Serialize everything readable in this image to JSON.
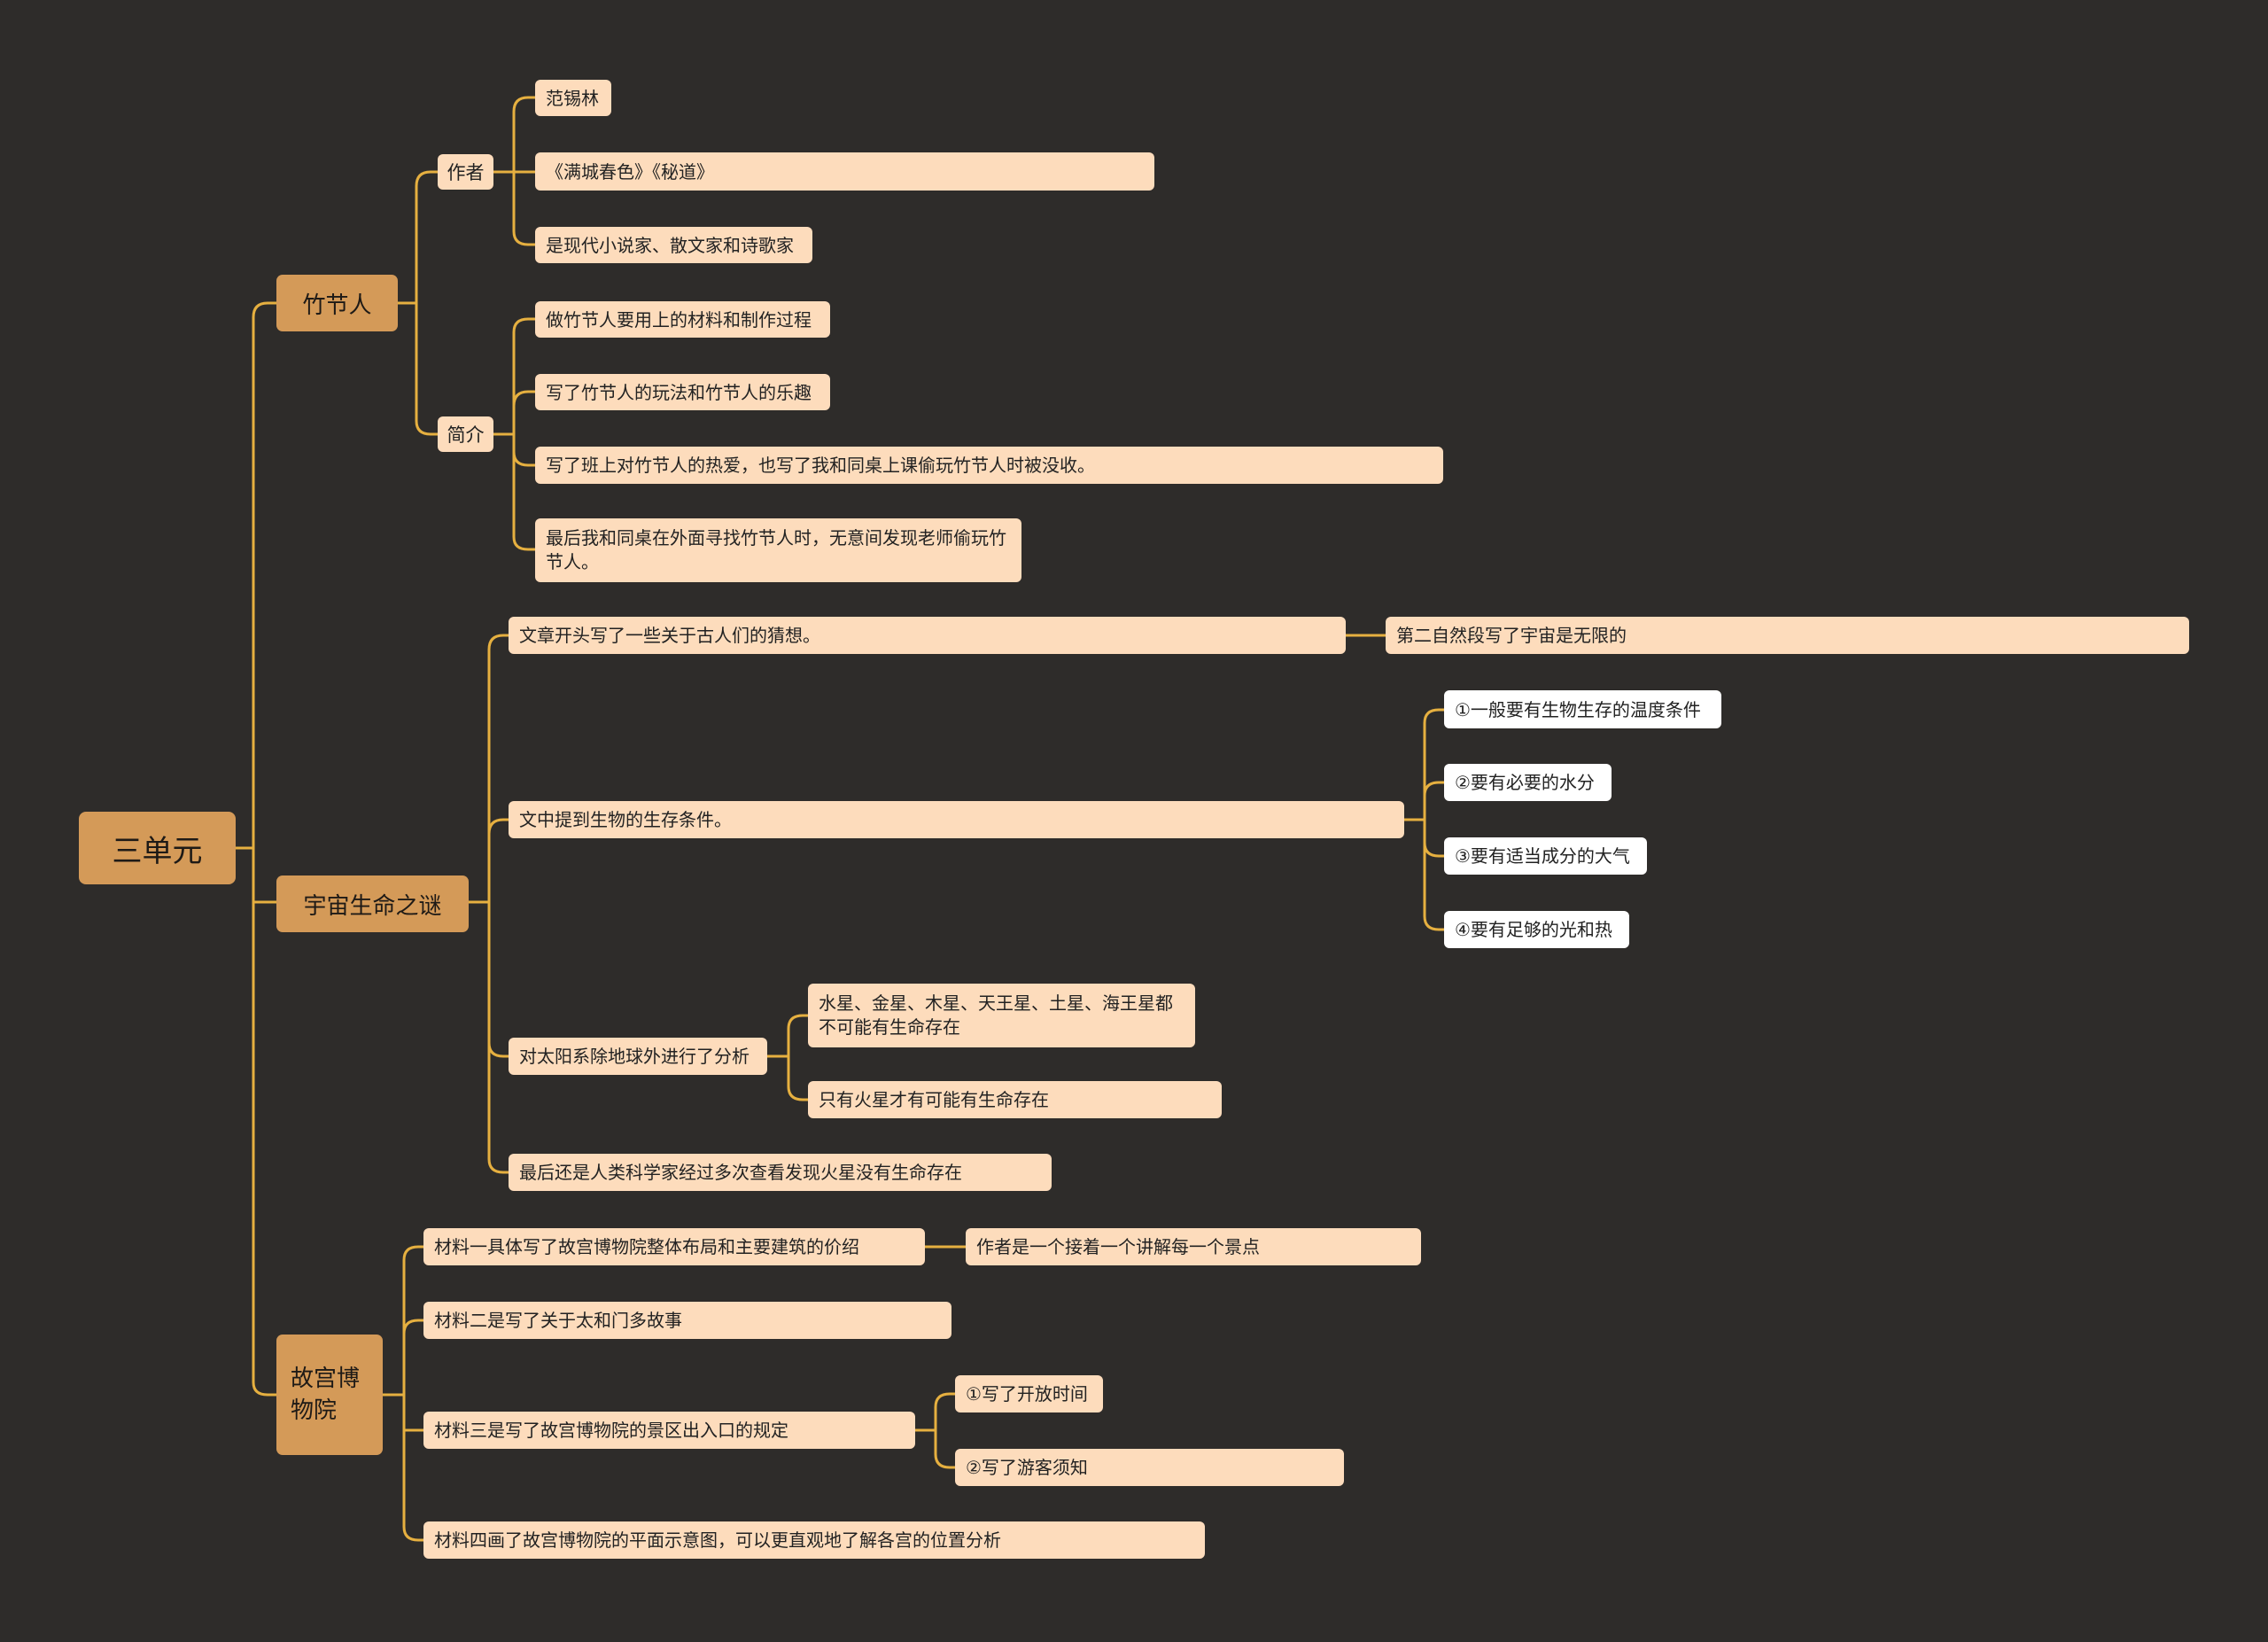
{
  "root": "三单元",
  "branches": {
    "zhujieren": {
      "title": "竹节人",
      "author": {
        "label": "作者",
        "items": [
          "范锡林",
          "《满城春色》《秘道》",
          "是现代小说家、散文家和诗歌家"
        ]
      },
      "intro": {
        "label": "简介",
        "items": [
          "做竹节人要用上的材料和制作过程",
          "写了竹节人的玩法和竹节人的乐趣",
          "写了班上对竹节人的热爱，也写了我和同桌上课偷玩竹节人时被没收。",
          "最后我和同桌在外面寻找竹节人时，无意间发现老师偷玩竹节人。"
        ]
      }
    },
    "yuzhou": {
      "title": "宇宙生命之谜",
      "items": [
        {
          "text": "文章开头写了一些关于古人们的猜想。",
          "child": "第二自然段写了宇宙是无限的"
        },
        {
          "text": "文中提到生物的生存条件。",
          "children": [
            "①一般要有生物生存的温度条件",
            "②要有必要的水分",
            "③要有适当成分的大气",
            "④要有足够的光和热"
          ]
        },
        {
          "text": "对太阳系除地球外进行了分析",
          "children": [
            "水星、金星、木星、天王星、土星、海王星都不可能有生命存在",
            "只有火星才有可能有生命存在"
          ]
        },
        {
          "text": "最后还是人类科学家经过多次查看发现火星没有生命存在"
        }
      ]
    },
    "gugong": {
      "title": "故宫博物院",
      "items": [
        {
          "text": "材料一具体写了故宫博物院整体布局和主要建筑的价绍",
          "child": "作者是一个接着一个讲解每一个景点"
        },
        {
          "text": "材料二是写了关于太和门多故事"
        },
        {
          "text": "材料三是写了故宫博物院的景区出入口的规定",
          "children": [
            "①写了开放时间",
            "②写了游客须知"
          ]
        },
        {
          "text": "材料四画了故宫博物院的平面示意图，可以更直观地了解各宫的位置分析"
        }
      ]
    }
  }
}
